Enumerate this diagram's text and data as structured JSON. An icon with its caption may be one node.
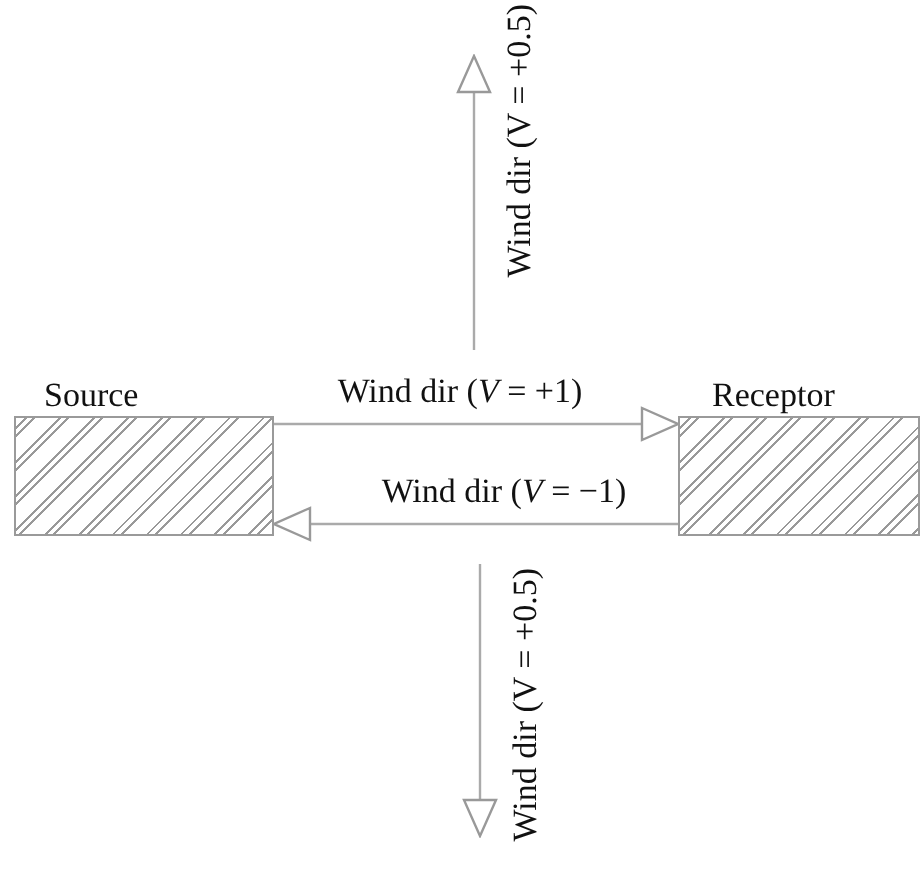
{
  "diagram": {
    "nodes": [
      {
        "text": [
          "Source"
        ]
      },
      {
        "text": [
          "Receptor"
        ]
      }
    ],
    "edges": [
      {
        "from": 0,
        "to": 1,
        "arrow": "to",
        "label": "Wind dir (*V* = +1)"
      },
      {
        "from": 1,
        "to": 0,
        "arrow": "to",
        "label": "Wind dir (*V* = −1)"
      }
    ],
    "labels": [
      "Wind dir (V = +0.5)",
      "Wind dir (V = +0.5)"
    ]
  }
}
